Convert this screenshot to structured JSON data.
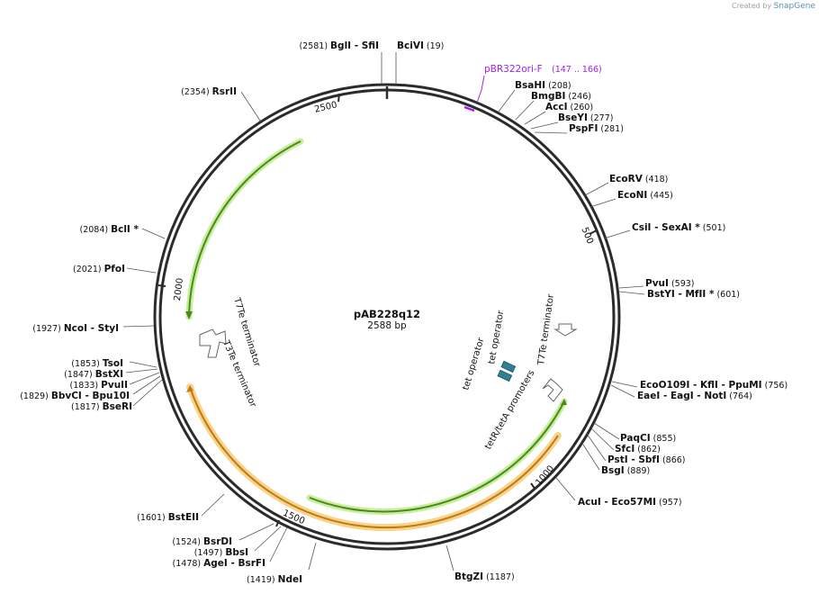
{
  "credit": {
    "created_by": "Created by",
    "brand": "SnapGene"
  },
  "plasmid": {
    "name": "pAB228q12",
    "size_label": "2588 bp"
  },
  "ticks": [
    "500",
    "1000",
    "1500",
    "2000",
    "2500"
  ],
  "primer": {
    "name": "pBR322ori-F",
    "range": "(147 .. 166)",
    "color": "#a020f0"
  },
  "features": {
    "tet_operator_1": "tet operator",
    "tet_operator_2": "tet operator",
    "t7te_terminator_right": "T7Te terminator",
    "tetr_promoters": "tetR/tetA promoters",
    "t7te_terminator_left": "T7Te terminator",
    "t3te_terminator": "T3Te terminator"
  },
  "sites": [
    {
      "name": "BglI",
      "extra": [
        "SfiI"
      ],
      "pos": "(2581)"
    },
    {
      "name": "BciVI",
      "extra": [],
      "pos": "(19)"
    },
    {
      "name": "BsaHI",
      "extra": [],
      "pos": "(208)"
    },
    {
      "name": "BmgBI",
      "extra": [],
      "pos": "(246)"
    },
    {
      "name": "AccI",
      "extra": [],
      "pos": "(260)"
    },
    {
      "name": "BseYI",
      "extra": [],
      "pos": "(277)"
    },
    {
      "name": "PspFI",
      "extra": [],
      "pos": "(281)"
    },
    {
      "name": "EcoRV",
      "extra": [],
      "pos": "(418)"
    },
    {
      "name": "EcoNI",
      "extra": [],
      "pos": "(445)"
    },
    {
      "name": "CsiI",
      "extra": [
        "SexAI *"
      ],
      "pos": "(501)"
    },
    {
      "name": "PvuI",
      "extra": [],
      "pos": "(593)"
    },
    {
      "name": "BstYI",
      "extra": [
        "MfII *"
      ],
      "pos": "(601)"
    },
    {
      "name": "EcoO109I",
      "extra": [
        "KflI",
        "PpuMI"
      ],
      "pos": "(756)"
    },
    {
      "name": "EaeI",
      "extra": [
        "EagI",
        "NotI"
      ],
      "pos": "(764)"
    },
    {
      "name": "PaqCI",
      "extra": [],
      "pos": "(855)"
    },
    {
      "name": "SfcI",
      "extra": [],
      "pos": "(862)"
    },
    {
      "name": "PstI",
      "extra": [
        "SbfI"
      ],
      "pos": "(866)"
    },
    {
      "name": "BsgI",
      "extra": [],
      "pos": "(889)"
    },
    {
      "name": "AcuI",
      "extra": [
        "Eco57MI"
      ],
      "pos": "(957)"
    },
    {
      "name": "BtgZI",
      "extra": [],
      "pos": "(1187)"
    },
    {
      "name": "NdeI",
      "extra": [],
      "pos": "(1419)"
    },
    {
      "name": "AgeI",
      "extra": [
        "BsrFI"
      ],
      "pos": "(1478)"
    },
    {
      "name": "BbsI",
      "extra": [],
      "pos": "(1497)"
    },
    {
      "name": "BsrDI",
      "extra": [],
      "pos": "(1524)"
    },
    {
      "name": "BstEII",
      "extra": [],
      "pos": "(1601)"
    },
    {
      "name": "BseRI",
      "extra": [],
      "pos": "(1817)"
    },
    {
      "name": "BbvCI",
      "extra": [
        "Bpu10I"
      ],
      "pos": "(1829)"
    },
    {
      "name": "PvuII",
      "extra": [],
      "pos": "(1833)"
    },
    {
      "name": "BstXI",
      "extra": [],
      "pos": "(1847)"
    },
    {
      "name": "TsoI",
      "extra": [],
      "pos": "(1853)"
    },
    {
      "name": "NcoI",
      "extra": [
        "StyI"
      ],
      "pos": "(1927)"
    },
    {
      "name": "PfoI",
      "extra": [],
      "pos": "(2021)"
    },
    {
      "name": "BclI *",
      "extra": [],
      "pos": "(2084)"
    },
    {
      "name": "RsrII",
      "extra": [],
      "pos": "(2354)"
    }
  ],
  "colors": {
    "backbone": "#2b2b2b",
    "green_arrow": "#4a8a1a",
    "green_glow": "#c7ee9c",
    "orange_arrow": "#c07a10",
    "orange_glow": "#f7d38c",
    "operator": "#2f7f95"
  }
}
